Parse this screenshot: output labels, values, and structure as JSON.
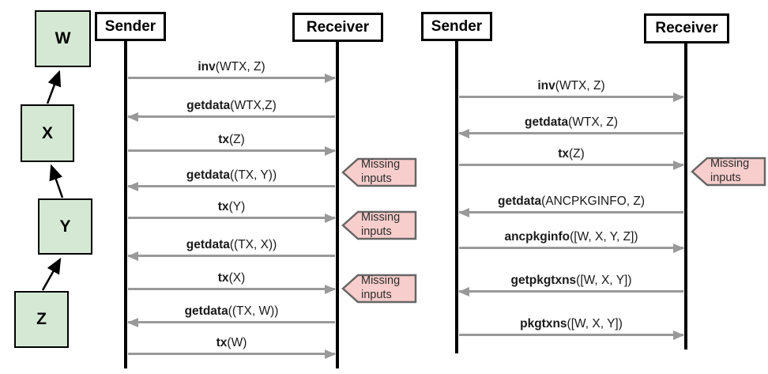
{
  "dag": {
    "nodes": [
      {
        "label": "W"
      },
      {
        "label": "X"
      },
      {
        "label": "Y"
      },
      {
        "label": "Z"
      }
    ]
  },
  "middle": {
    "sender_label": "Sender",
    "receiver_label": "Receiver",
    "messages": [
      {
        "method": "inv",
        "args": "(WTX, Z)",
        "direction": "right"
      },
      {
        "method": "getdata",
        "args": "(WTX,Z)",
        "direction": "left"
      },
      {
        "method": "tx",
        "args": "(Z)",
        "direction": "right"
      },
      {
        "method": "getdata",
        "args": "((TX, Y))",
        "direction": "left"
      },
      {
        "method": "tx",
        "args": "(Y)",
        "direction": "right"
      },
      {
        "method": "getdata",
        "args": "((TX, X))",
        "direction": "left"
      },
      {
        "method": "tx",
        "args": "(X)",
        "direction": "right"
      },
      {
        "method": "getdata",
        "args": "((TX, W))",
        "direction": "left"
      },
      {
        "method": "tx",
        "args": "(W)",
        "direction": "right"
      }
    ],
    "callouts": [
      {
        "label": "Missing inputs"
      },
      {
        "label": "Missing inputs"
      },
      {
        "label": "Missing inputs"
      }
    ]
  },
  "right": {
    "sender_label": "Sender",
    "receiver_label": "Receiver",
    "messages": [
      {
        "method": "inv",
        "args": "(WTX, Z)",
        "direction": "right"
      },
      {
        "method": "getdata",
        "args": "(WTX, Z)",
        "direction": "left"
      },
      {
        "method": "tx",
        "args": "(Z)",
        "direction": "right"
      },
      {
        "method": "getdata",
        "args": "(ANCPKGINFO, Z)",
        "direction": "left"
      },
      {
        "method": "ancpkginfo",
        "args": "([W, X, Y, Z])",
        "direction": "right"
      },
      {
        "method": "getpkgtxns",
        "args": "([W, X, Y])",
        "direction": "left"
      },
      {
        "method": "pkgtxns",
        "args": "([W, X, Y])",
        "direction": "right"
      }
    ],
    "callouts": [
      {
        "label": "Missing inputs"
      }
    ]
  },
  "colors": {
    "node_fill": "#d5e8d4",
    "node_border": "#000000",
    "callout_fill": "#f8cecc",
    "callout_border": "#666666",
    "arrow": "#999999",
    "lifeline": "#000000"
  }
}
